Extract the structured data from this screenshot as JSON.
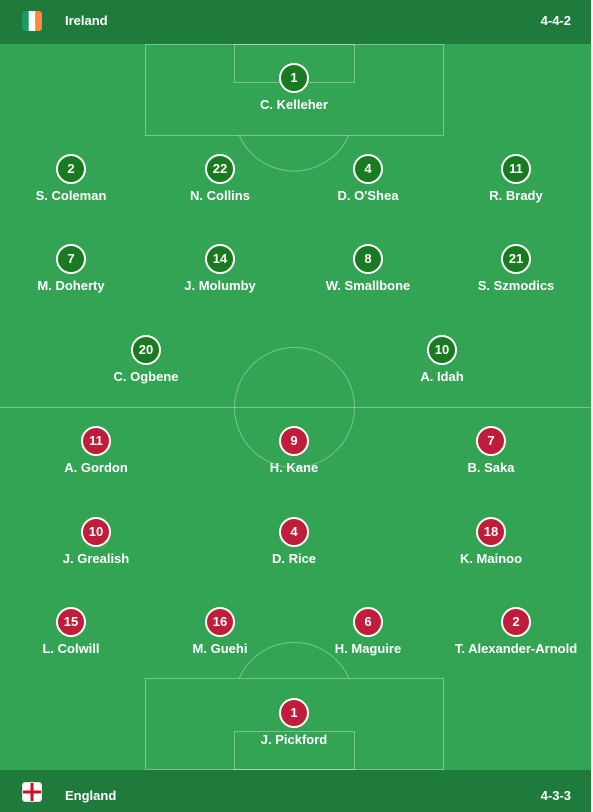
{
  "home": {
    "name": "Ireland",
    "formation": "4-4-2",
    "flag_icon": "ireland-flag-icon",
    "color": "#1a7a22",
    "players": [
      {
        "number": "1",
        "name": "C. Kelleher"
      },
      {
        "number": "2",
        "name": "S. Coleman"
      },
      {
        "number": "22",
        "name": "N. Collins"
      },
      {
        "number": "4",
        "name": "D. O'Shea"
      },
      {
        "number": "11",
        "name": "R. Brady"
      },
      {
        "number": "7",
        "name": "M. Doherty"
      },
      {
        "number": "14",
        "name": "J. Molumby"
      },
      {
        "number": "8",
        "name": "W. Smallbone"
      },
      {
        "number": "21",
        "name": "S. Szmodics"
      },
      {
        "number": "20",
        "name": "C. Ogbene"
      },
      {
        "number": "10",
        "name": "A. Idah"
      }
    ]
  },
  "away": {
    "name": "England",
    "formation": "4-3-3",
    "flag_icon": "england-flag-icon",
    "color": "#bf1d3a",
    "players": [
      {
        "number": "11",
        "name": "A. Gordon"
      },
      {
        "number": "9",
        "name": "H. Kane"
      },
      {
        "number": "7",
        "name": "B. Saka"
      },
      {
        "number": "10",
        "name": "J. Grealish"
      },
      {
        "number": "4",
        "name": "D. Rice"
      },
      {
        "number": "18",
        "name": "K. Mainoo"
      },
      {
        "number": "15",
        "name": "L. Colwill"
      },
      {
        "number": "16",
        "name": "M. Guehi"
      },
      {
        "number": "6",
        "name": "H. Maguire"
      },
      {
        "number": "2",
        "name": "T. Alexander-Arnold"
      },
      {
        "number": "1",
        "name": "J. Pickford"
      }
    ]
  },
  "pitch_color": "#33a354",
  "header_color": "#1e7b3c"
}
